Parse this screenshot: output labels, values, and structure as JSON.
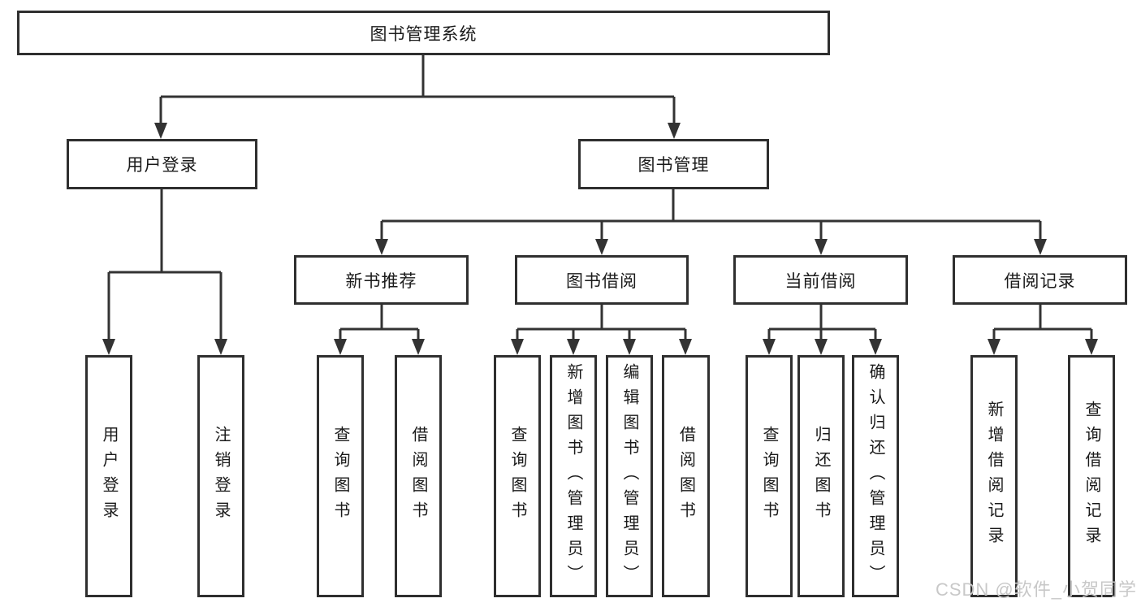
{
  "colors": {
    "line": "#333333",
    "box_border": "#2f2f2f",
    "box_background": "#ffffff",
    "text": "#1a1a1a",
    "watermark_text": "#c8c8c8",
    "page_background": "#ffffff"
  },
  "diagram": {
    "root": {
      "label": "图书管理系统"
    },
    "level2": {
      "user_login": {
        "label": "用户登录"
      },
      "book_management": {
        "label": "图书管理"
      }
    },
    "level3": {
      "new_book_recommend": {
        "label": "新书推荐"
      },
      "book_borrow": {
        "label": "图书借阅"
      },
      "current_borrow": {
        "label": "当前借阅"
      },
      "borrow_records": {
        "label": "借阅记录"
      }
    },
    "level4": {
      "user_login": [
        {
          "label": "用户登录"
        },
        {
          "label": "注销登录"
        }
      ],
      "new_book_recommend": [
        {
          "label": "查询图书"
        },
        {
          "label": "借阅图书"
        }
      ],
      "book_borrow": [
        {
          "label": "查询图书"
        },
        {
          "label": "新增图书（管理员）"
        },
        {
          "label": "编辑图书（管理员）"
        },
        {
          "label": "借阅图书"
        }
      ],
      "current_borrow": [
        {
          "label": "查询图书"
        },
        {
          "label": "归还图书"
        },
        {
          "label": "确认归还（管理员）"
        }
      ],
      "borrow_records": [
        {
          "label": "新增借阅记录"
        },
        {
          "label": "查询借阅记录"
        }
      ]
    }
  },
  "watermark": {
    "text": "CSDN @软件_小贺同学"
  }
}
